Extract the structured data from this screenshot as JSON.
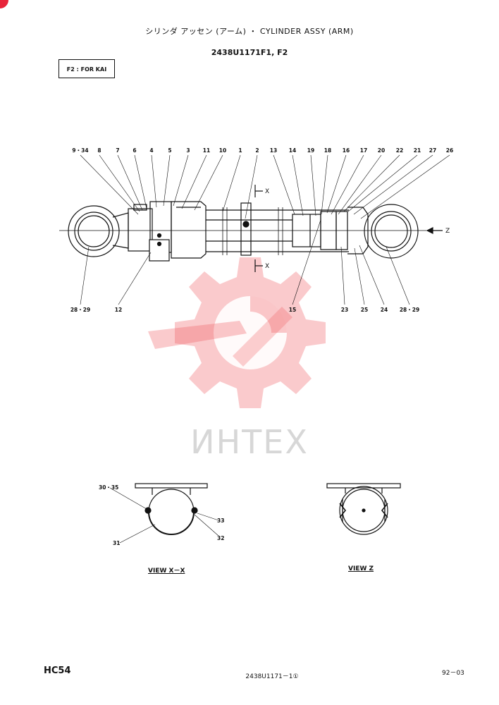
{
  "header": {
    "title": "シリンダ アッセン (アーム) ・ CYLINDER ASSY (ARM)",
    "part_number": "2438U1171F1, F2",
    "variant_note": "F2 : FOR KAI"
  },
  "watermark": {
    "text": "ИНТЕХ",
    "color": "#f05a5f"
  },
  "callouts_top": [
    "9・34",
    "8",
    "7",
    "6",
    "4",
    "5",
    "3",
    "11",
    "10",
    "1",
    "2",
    "13",
    "14",
    "19",
    "18",
    "16",
    "17",
    "20",
    "22",
    "21",
    "27",
    "26"
  ],
  "callouts_bottom": [
    "28・29",
    "12",
    "15",
    "23",
    "25",
    "24",
    "28・29"
  ],
  "section_marks": {
    "x_top": "X",
    "x_bottom": "X",
    "z_arrow": "Z"
  },
  "view_xx": {
    "label": "VIEW  X－X",
    "callouts": [
      "30・35",
      "33",
      "32",
      "31"
    ]
  },
  "view_z": {
    "label": "VIEW  Z"
  },
  "footer": {
    "model_code": "HC54",
    "page_ref": "2438U1171－1①",
    "date_code": "92－03"
  }
}
